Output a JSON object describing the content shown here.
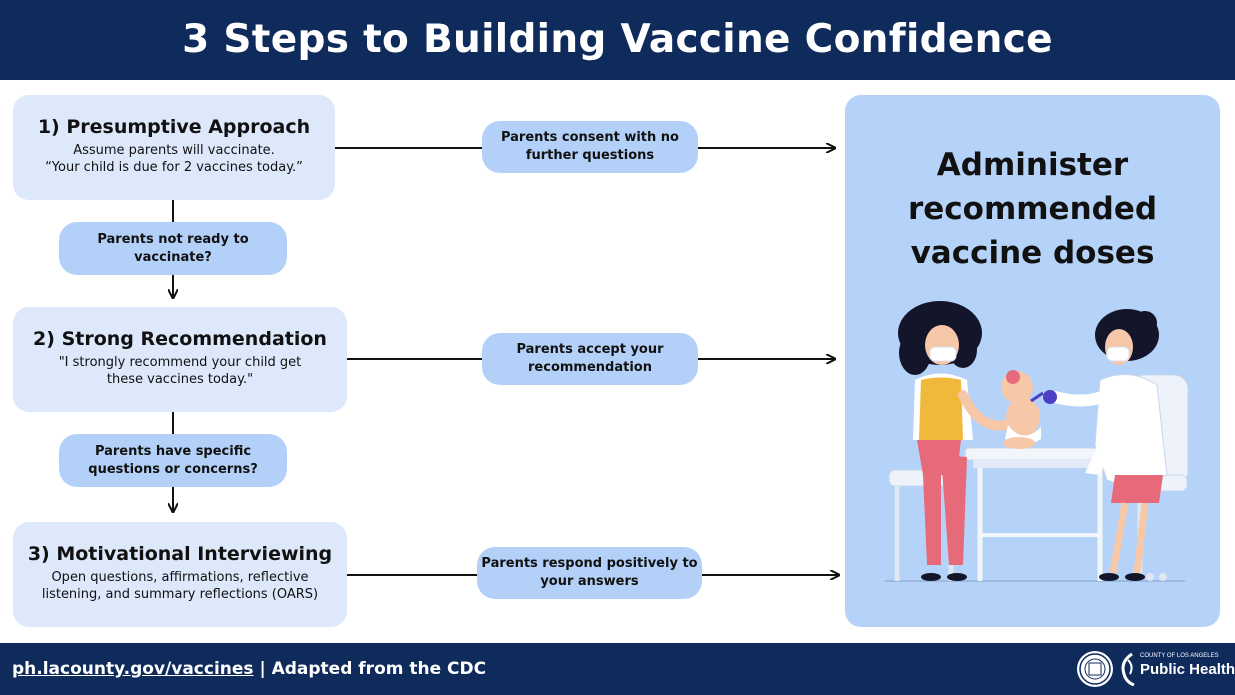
{
  "header": {
    "title": "3 Steps to Building Vaccine Confidence"
  },
  "steps": [
    {
      "title": "1) Presumptive Approach",
      "desc_lines": [
        "Assume parents will vaccinate.",
        "“Your child is due for 2 vaccines today.”"
      ]
    },
    {
      "title": "2) Strong Recommendation",
      "desc_lines": [
        "\"I strongly recommend your child get",
        "these vaccines today.\""
      ]
    },
    {
      "title": "3) Motivational Interviewing",
      "desc_lines": [
        "Open questions, affirmations, reflective",
        "listening, and summary reflections (OARS)"
      ]
    }
  ],
  "transitions": [
    {
      "lines": [
        "Parents not ready to",
        "vaccinate?"
      ]
    },
    {
      "lines": [
        "Parents have specific",
        "questions or concerns?"
      ]
    }
  ],
  "outcomes": [
    {
      "lines": [
        "Parents consent with no",
        "further questions"
      ]
    },
    {
      "lines": [
        "Parents accept your",
        "recommendation"
      ]
    },
    {
      "lines": [
        "Parents respond positively to",
        "your answers"
      ]
    }
  ],
  "result": {
    "lines": [
      "Administer",
      "recommended",
      "vaccine doses"
    ]
  },
  "footer": {
    "url": "ph.lacounty.gov/vaccines",
    "rest": " | Adapted from the CDC",
    "logo_top": "COUNTY OF LOS ANGELES",
    "logo_main": "Public Health"
  },
  "colors": {
    "navy": "#0f2b5c",
    "step_bg": "#dde8fb",
    "pill_bg": "#b3d1f8",
    "result_bg": "#b5d3f8"
  },
  "icons": [
    "county-seal-icon",
    "public-health-logo-icon"
  ]
}
